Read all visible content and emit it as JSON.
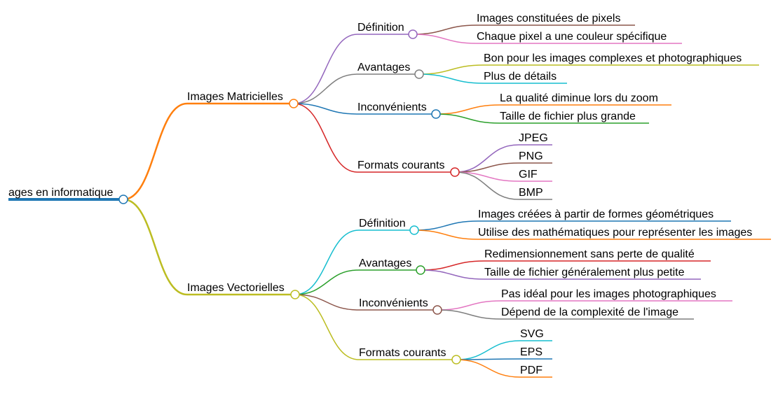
{
  "root": {
    "label": "ages en informatique",
    "color": "#1f77b4"
  },
  "branches": [
    {
      "label": "Images Matricielles",
      "color": "#ff7f0e",
      "children": [
        {
          "label": "Définition",
          "color": "#9467bd",
          "leaves": [
            {
              "label": "Images constituées de pixels",
              "color": "#8c564b"
            },
            {
              "label": "Chaque pixel a une couleur spécifique",
              "color": "#e377c2"
            }
          ]
        },
        {
          "label": "Avantages",
          "color": "#7f7f7f",
          "leaves": [
            {
              "label": "Bon pour les images complexes et photographiques",
              "color": "#bcbd22"
            },
            {
              "label": "Plus de détails",
              "color": "#17becf"
            }
          ]
        },
        {
          "label": "Inconvénients",
          "color": "#1f77b4",
          "leaves": [
            {
              "label": "La qualité diminue lors du zoom",
              "color": "#ff7f0e"
            },
            {
              "label": "Taille de fichier plus grande",
              "color": "#2ca02c"
            }
          ]
        },
        {
          "label": "Formats courants",
          "color": "#d62728",
          "leaves": [
            {
              "label": "JPEG",
              "color": "#9467bd"
            },
            {
              "label": "PNG",
              "color": "#8c564b"
            },
            {
              "label": "GIF",
              "color": "#e377c2"
            },
            {
              "label": "BMP",
              "color": "#7f7f7f"
            }
          ]
        }
      ]
    },
    {
      "label": "Images Vectorielles",
      "color": "#bcbd22",
      "children": [
        {
          "label": "Définition",
          "color": "#17becf",
          "leaves": [
            {
              "label": "Images créées à partir de formes géométriques",
              "color": "#1f77b4"
            },
            {
              "label": "Utilise des mathématiques pour représenter les images",
              "color": "#ff7f0e"
            }
          ]
        },
        {
          "label": "Avantages",
          "color": "#2ca02c",
          "leaves": [
            {
              "label": "Redimensionnement sans perte de qualité",
              "color": "#d62728"
            },
            {
              "label": "Taille de fichier généralement plus petite",
              "color": "#9467bd"
            }
          ]
        },
        {
          "label": "Inconvénients",
          "color": "#8c564b",
          "leaves": [
            {
              "label": "Pas idéal pour les images photographiques",
              "color": "#e377c2"
            },
            {
              "label": "Dépend de la complexité de l'image",
              "color": "#7f7f7f"
            }
          ]
        },
        {
          "label": "Formats courants",
          "color": "#bcbd22",
          "leaves": [
            {
              "label": "SVG",
              "color": "#17becf"
            },
            {
              "label": "EPS",
              "color": "#1f77b4"
            },
            {
              "label": "PDF",
              "color": "#ff7f0e"
            }
          ]
        }
      ]
    }
  ]
}
